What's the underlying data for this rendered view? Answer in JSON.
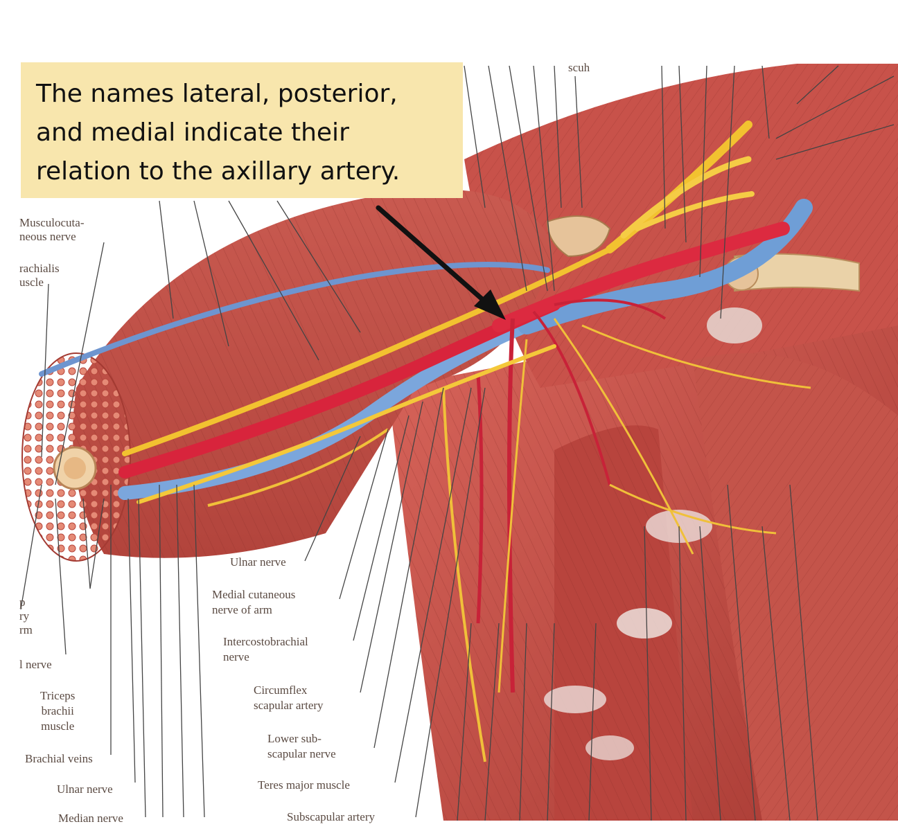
{
  "callout": {
    "text": "The names lateral, posterior, and medial indicate their relation to the axillary artery."
  },
  "labels": {
    "top_scut": "scuh",
    "musculocutaneous": "Musculocuta-\nneous nerve",
    "brachialis": "rachialis\nuscle",
    "left_partial": "p\nry\nrm",
    "left_nerve": "l nerve",
    "triceps": "Triceps\nbrachii\nmuscle",
    "brachial_veins": "Brachial veins",
    "ulnar_nerve_left": "Ulnar nerve",
    "median_nerve": "Median nerve",
    "ulnar_nerve": "Ulnar nerve",
    "medial_cutaneous": "Medial cutaneous\nnerve of arm",
    "intercostobrachial": "Intercostobrachial\nnerve",
    "circumflex": "Circumflex\nscapular artery",
    "lower_subscapular": "Lower sub-\nscapular nerve",
    "teres_major": "Teres major muscle",
    "subscapular_artery": "Subscapular artery"
  },
  "colors": {
    "callout_bg": "#f8e6ad",
    "muscle": "#c9504a",
    "muscle_dark": "#a8352f",
    "artery": "#d8243c",
    "vein": "#6f9ed6",
    "nerve": "#f2c230",
    "bone": "#e7c8a0",
    "leader": "#444444"
  }
}
